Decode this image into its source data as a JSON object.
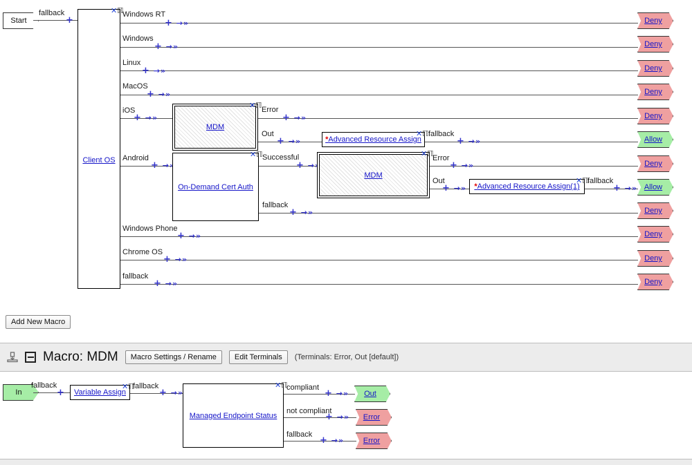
{
  "main_flow": {
    "start": {
      "label": "Start",
      "exit_label": "fallback"
    },
    "decision": {
      "label": "Client OS"
    },
    "branches": [
      {
        "label": "Windows RT",
        "terminal": "Deny"
      },
      {
        "label": "Windows",
        "terminal": "Deny"
      },
      {
        "label": "Linux",
        "terminal": "Deny"
      },
      {
        "label": "MacOS",
        "terminal": "Deny"
      },
      {
        "label": "iOS",
        "terminal": null
      },
      {
        "label": "Android",
        "terminal": null
      },
      {
        "label": "Windows Phone",
        "terminal": "Deny"
      },
      {
        "label": "Chrome OS",
        "terminal": "Deny"
      },
      {
        "label": "fallback",
        "terminal": "Deny"
      }
    ],
    "ios_macro": {
      "label": "MDM",
      "out_labels": [
        "Error",
        "Out"
      ]
    },
    "ios_error_terminal": "Deny",
    "ios_assign": {
      "label": "Advanced Resource Assign",
      "asterisk": "*",
      "exit_label": "fallback"
    },
    "ios_allow_terminal": "Allow",
    "android_node": {
      "label": "On-Demand Cert Auth",
      "out_labels": [
        "Successful",
        "fallback"
      ]
    },
    "android_macro": {
      "label": "MDM",
      "out_labels": [
        "Error",
        "Out"
      ]
    },
    "android_error_terminal": "Deny",
    "android_assign": {
      "label": "Advanced Resource Assign(1)",
      "asterisk": "*",
      "exit_label": "fallback"
    },
    "android_allow_terminal": "Allow",
    "android_fallback_terminal": "Deny"
  },
  "toolbar": {
    "add_macro_label": "Add New Macro"
  },
  "macro_section": {
    "pin_icon": "pin-icon",
    "collapse_icon": "collapse-icon",
    "title": "Macro: MDM",
    "settings_button": "Macro Settings / Rename",
    "terminals_button": "Edit Terminals",
    "terminals_note": "(Terminals: Error, Out [default])",
    "flow": {
      "in": {
        "label": "In",
        "exit_label": "fallback"
      },
      "variable_assign": {
        "label": "Variable Assign",
        "exit_label": "fallback"
      },
      "endpoint_status": {
        "label": "Managed Endpoint Status",
        "out_labels": [
          "compliant",
          "not compliant",
          "fallback"
        ]
      },
      "terminals": [
        {
          "label": "Out",
          "kind": "green"
        },
        {
          "label": "Error",
          "kind": "red"
        },
        {
          "label": "Error",
          "kind": "red"
        }
      ]
    }
  },
  "colors": {
    "deny": "#efa0a0",
    "allow": "#a6eda6",
    "link": "#1414c8",
    "connector": "#3333cc",
    "asterisk": "#e00000",
    "chrome": "#ececec"
  }
}
